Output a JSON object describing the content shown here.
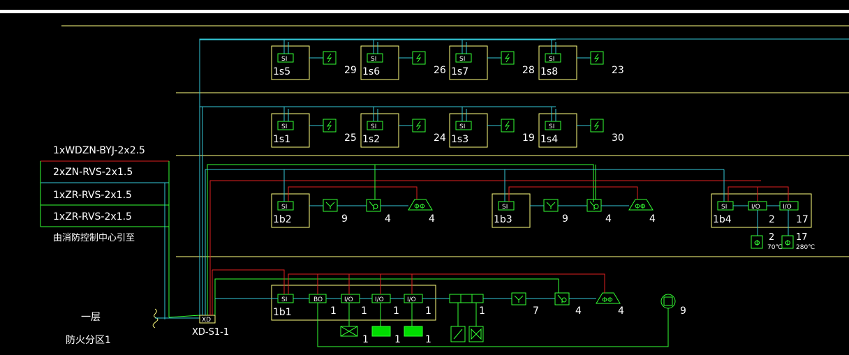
{
  "colors": {
    "background": "#000000",
    "white": "#ffffff",
    "yellow": "#ffff80",
    "green": "#33ff33",
    "cyan": "#33c8d8",
    "red": "#e02020",
    "fill_green": "#00dd00"
  },
  "cables": {
    "c1": "1xWDZN-BYJ-2x2.5",
    "c2": "2xZN-RVS-2x1.5",
    "c3": "1xZR-RVS-2x1.5",
    "c4": "1xZR-RVS-2x1.5",
    "source_note": "由消防控制中心引至"
  },
  "floor": {
    "name": "一层",
    "zone": "防火分区1"
  },
  "xd": {
    "label": "XD",
    "name": "XD-S1-1"
  },
  "si_label": "SI",
  "row_s5": [
    {
      "box": "1s5",
      "count": "29"
    },
    {
      "box": "1s6",
      "count": "26"
    },
    {
      "box": "1s7",
      "count": "28"
    },
    {
      "box": "1s8",
      "count": "23"
    }
  ],
  "row_s1": [
    {
      "box": "1s1",
      "count": "25"
    },
    {
      "box": "1s2",
      "count": "24"
    },
    {
      "box": "1s3",
      "count": "19"
    },
    {
      "box": "1s4",
      "count": "30"
    }
  ],
  "row_b": {
    "b2": {
      "box": "1b2",
      "bell": "9",
      "valve": "4",
      "alarm": "4"
    },
    "b3": {
      "box": "1b3",
      "bell": "9",
      "valve": "4",
      "alarm": "4"
    },
    "b4": {
      "box": "1b4",
      "io": "I/O",
      "io1_count": "2",
      "io2_count": "17",
      "det1_count": "2",
      "det1_temp": "70℃",
      "det2_count": "17",
      "det2_temp": "280℃"
    }
  },
  "row_b1": {
    "box": "1b1",
    "bo": "BO",
    "io": "I/O",
    "bo_count": "1",
    "io1_count": "1",
    "io2_count": "1",
    "io3_count": "1",
    "term_count": "1",
    "bell_count": "7",
    "valve_count": "4",
    "alarm_count": "4",
    "pump_count": "9",
    "dev1_count": "1",
    "dev2_count": "1",
    "dev3_count": "1"
  }
}
